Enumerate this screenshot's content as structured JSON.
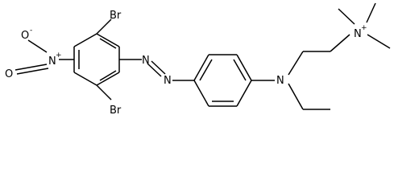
{
  "molecule": {
    "atoms": {
      "br_top": "Br",
      "br_bottom": "Br",
      "nitro_n": "N",
      "nitro_n_charge": "+",
      "nitro_o_top": "O",
      "nitro_o_top_charge": "-",
      "nitro_o_left": "O",
      "azo_n1": "N",
      "azo_n2": "N",
      "amine_n": "N",
      "quat_n": "N",
      "quat_n_charge": "+"
    },
    "colors": {
      "bond": "#000000",
      "text": "#000000",
      "background": "#ffffff"
    }
  }
}
